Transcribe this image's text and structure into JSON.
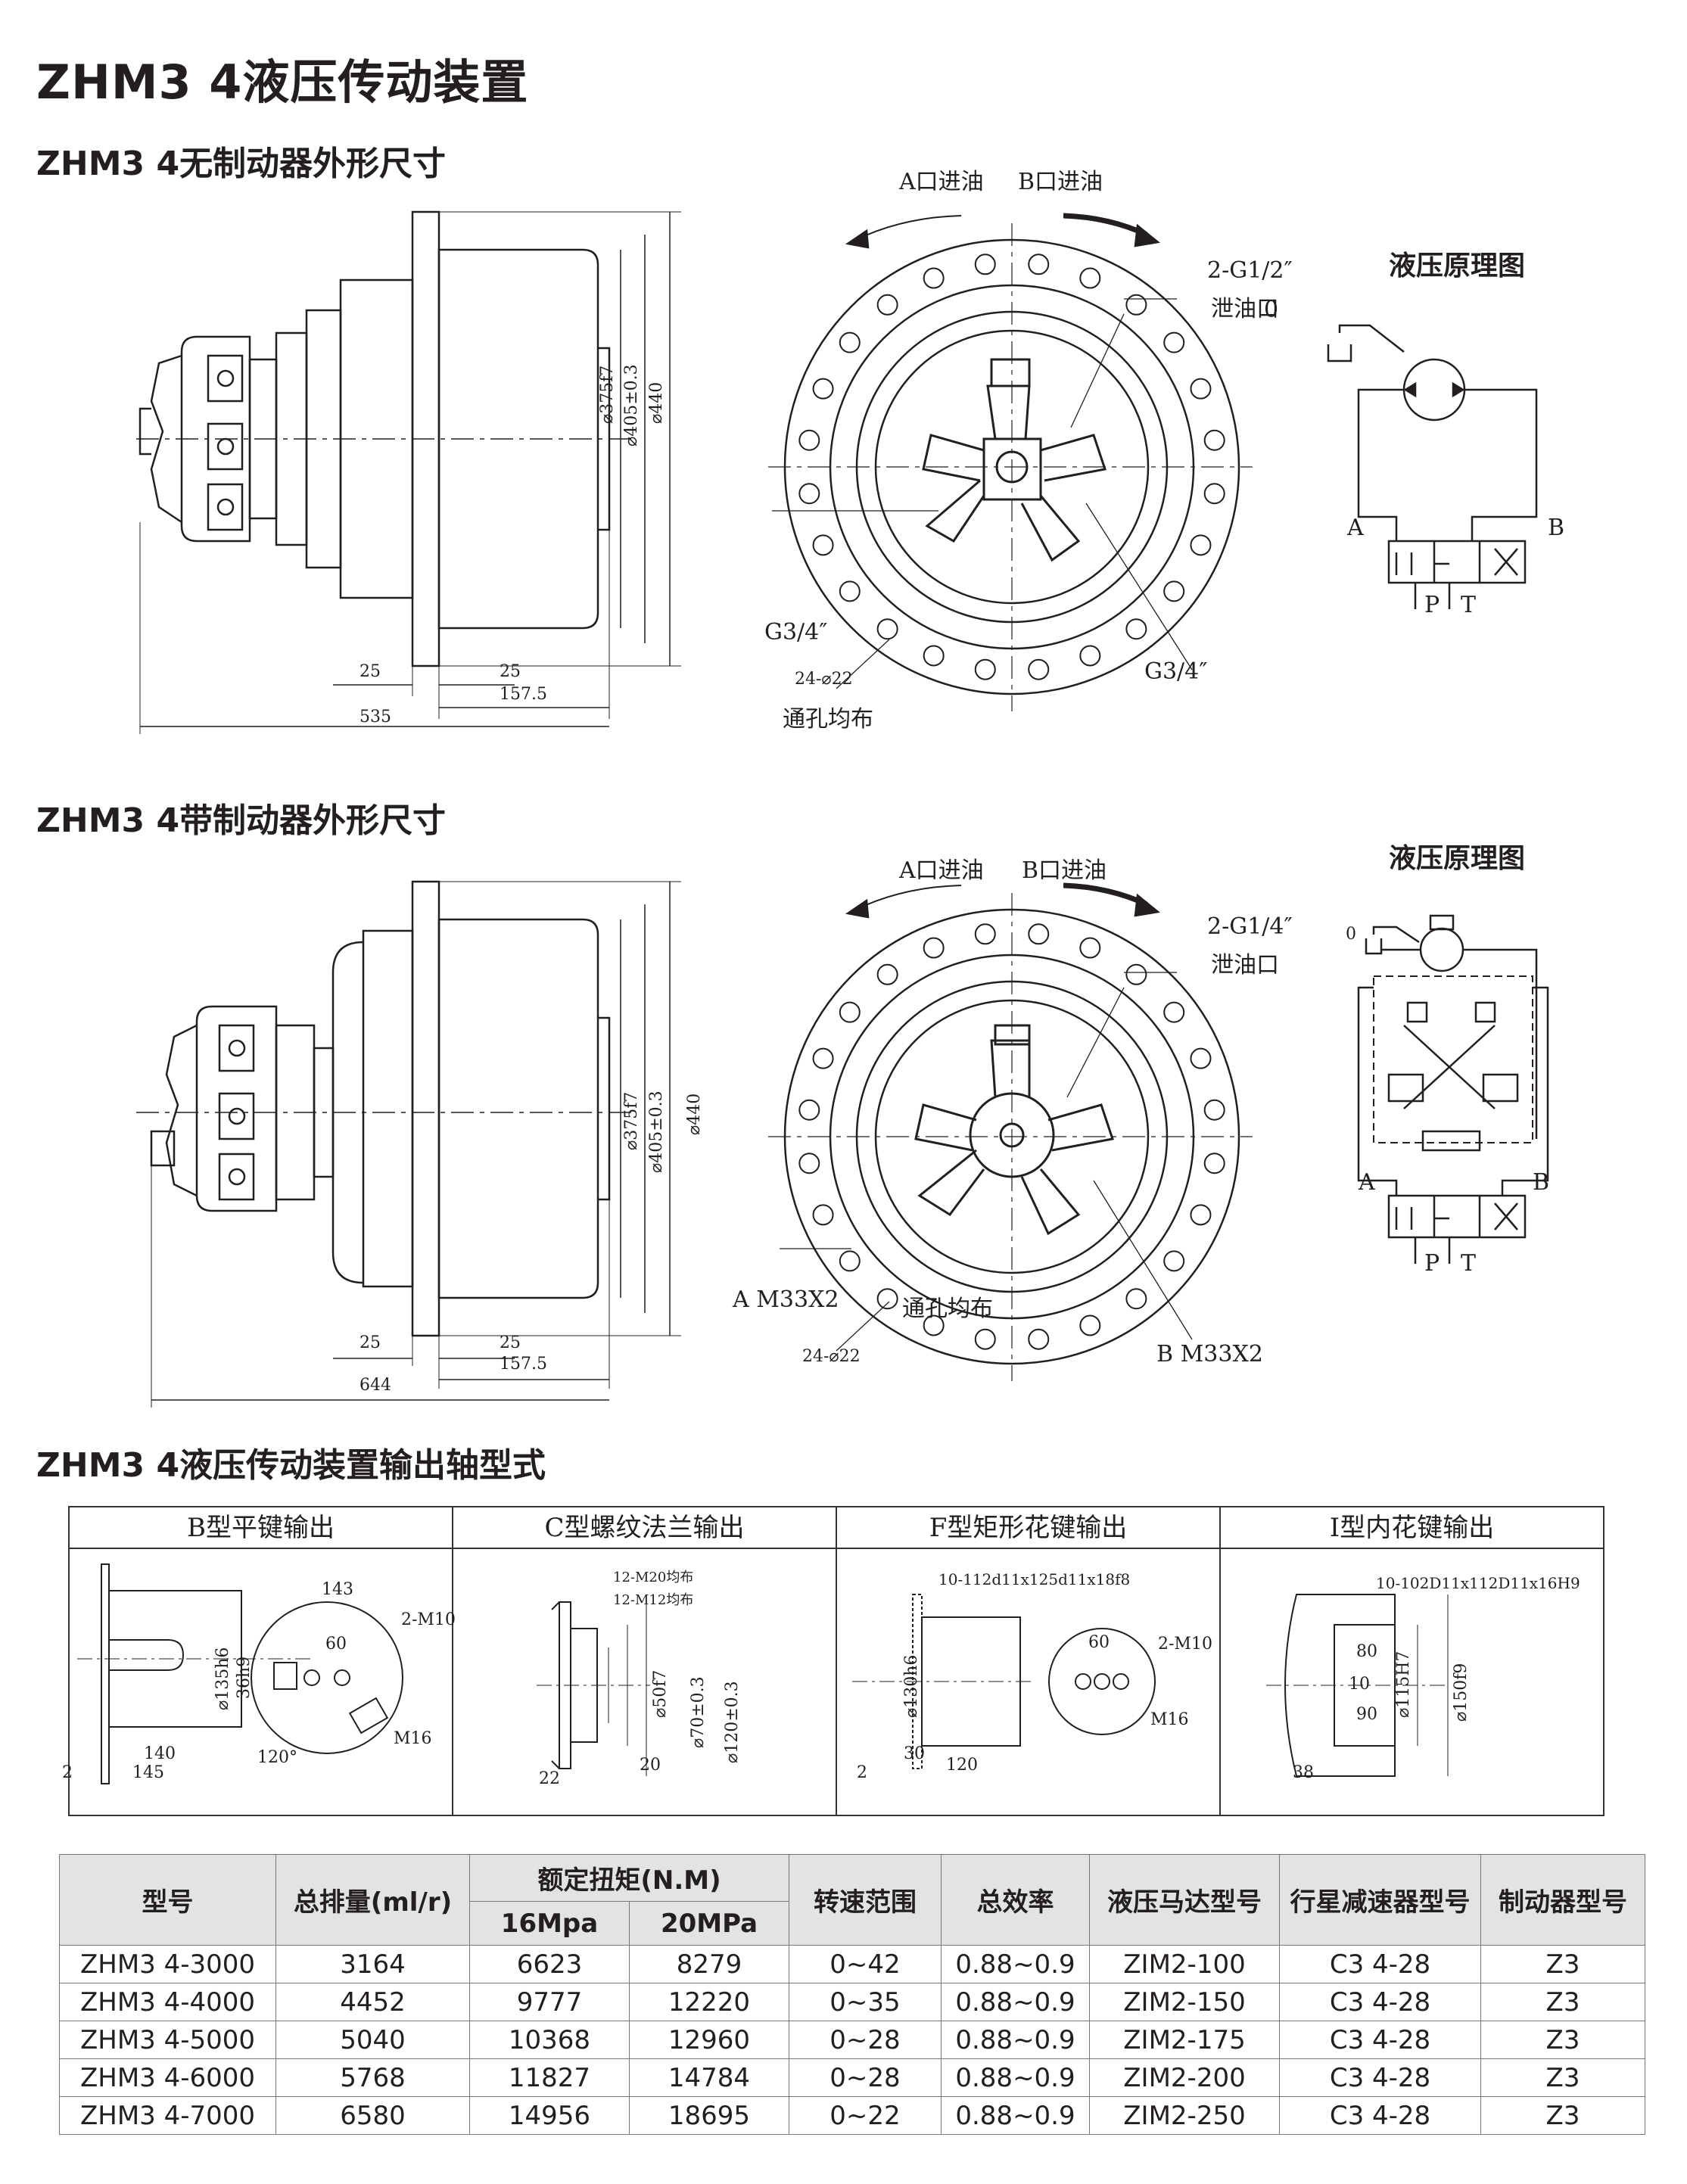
{
  "page_title": "ZHM3  4液压传动装置",
  "section1": {
    "title": "ZHM3  4无制动器外形尺寸",
    "flow_a": "A口进油",
    "flow_b": "B口进油",
    "drain": "2-G1/2″",
    "drain_label": "泄油口",
    "port_left": "G3/4″",
    "port_right": "G3/4″",
    "holes": "24-⌀22",
    "holes_note": "通孔均布",
    "dims": {
      "d1": "⌀375f7",
      "d2": "⌀405±0.3",
      "d3": "⌀440",
      "a": "25",
      "b": "25",
      "c": "157.5",
      "total": "535"
    },
    "schematic_title": "液压原理图",
    "schematic": {
      "o": "0",
      "a": "A",
      "b": "B",
      "p": "P",
      "t": "T"
    }
  },
  "section2": {
    "title": "ZHM3  4带制动器外形尺寸",
    "flow_a": "A口进油",
    "flow_b": "B口进油",
    "drain": "2-G1/4″",
    "drain_label": "泄油口",
    "port_left": "A M33X2",
    "port_right": "B M33X2",
    "holes": "24-⌀22",
    "holes_note": "通孔均布",
    "dims": {
      "d1": "⌀375f7",
      "d2": "⌀405±0.3",
      "d3": "⌀440",
      "a": "25",
      "b": "25",
      "c": "157.5",
      "total": "644"
    },
    "schematic_title": "液压原理图",
    "schematic": {
      "o": "0",
      "a": "A",
      "b": "B",
      "p": "P",
      "t": "T"
    }
  },
  "section3": {
    "title": "ZHM3  4液压传动装置输出轴型式",
    "types": [
      {
        "label": "B型平键输出",
        "dims": [
          "143",
          "2-M10",
          "60",
          "⌀135h6",
          "36h9",
          "M16",
          "140",
          "145",
          "2",
          "120°"
        ]
      },
      {
        "label": "C型螺纹法兰输出",
        "dims": [
          "12-M20均布",
          "12-M12均布",
          "⌀50f7",
          "⌀70±0.3",
          "⌀120±0.3",
          "22",
          "20"
        ]
      },
      {
        "label": "F型矩形花键输出",
        "dims": [
          "10-112d11x125d11x18f8",
          "60",
          "2-M10",
          "⌀130h6",
          "M16",
          "30",
          "120",
          "2"
        ]
      },
      {
        "label": "I型内花键输出",
        "dims": [
          "10-102D11x112D11x16H9",
          "80",
          "10",
          "90",
          "⌀115H7",
          "⌀150f9",
          "38"
        ]
      }
    ]
  },
  "spec_table": {
    "headers": {
      "model": "型号",
      "displacement": "总排量(ml/r)",
      "torque": "额定扭矩(N.M)",
      "torque_16": "16Mpa",
      "torque_20": "20MPa",
      "speed": "转速范围",
      "efficiency": "总效率",
      "motor": "液压马达型号",
      "reducer": "行星减速器型号",
      "brake": "制动器型号"
    },
    "rows": [
      [
        "ZHM3 4-3000",
        "3164",
        "6623",
        "8279",
        "0~42",
        "0.88~0.9",
        "ZIM2-100",
        "C3 4-28",
        "Z3"
      ],
      [
        "ZHM3 4-4000",
        "4452",
        "9777",
        "12220",
        "0~35",
        "0.88~0.9",
        "ZIM2-150",
        "C3 4-28",
        "Z3"
      ],
      [
        "ZHM3 4-5000",
        "5040",
        "10368",
        "12960",
        "0~28",
        "0.88~0.9",
        "ZIM2-175",
        "C3 4-28",
        "Z3"
      ],
      [
        "ZHM3 4-6000",
        "5768",
        "11827",
        "14784",
        "0~28",
        "0.88~0.9",
        "ZIM2-200",
        "C3 4-28",
        "Z3"
      ],
      [
        "ZHM3 4-7000",
        "6580",
        "14956",
        "18695",
        "0~22",
        "0.88~0.9",
        "ZIM2-250",
        "C3 4-28",
        "Z3"
      ]
    ]
  }
}
